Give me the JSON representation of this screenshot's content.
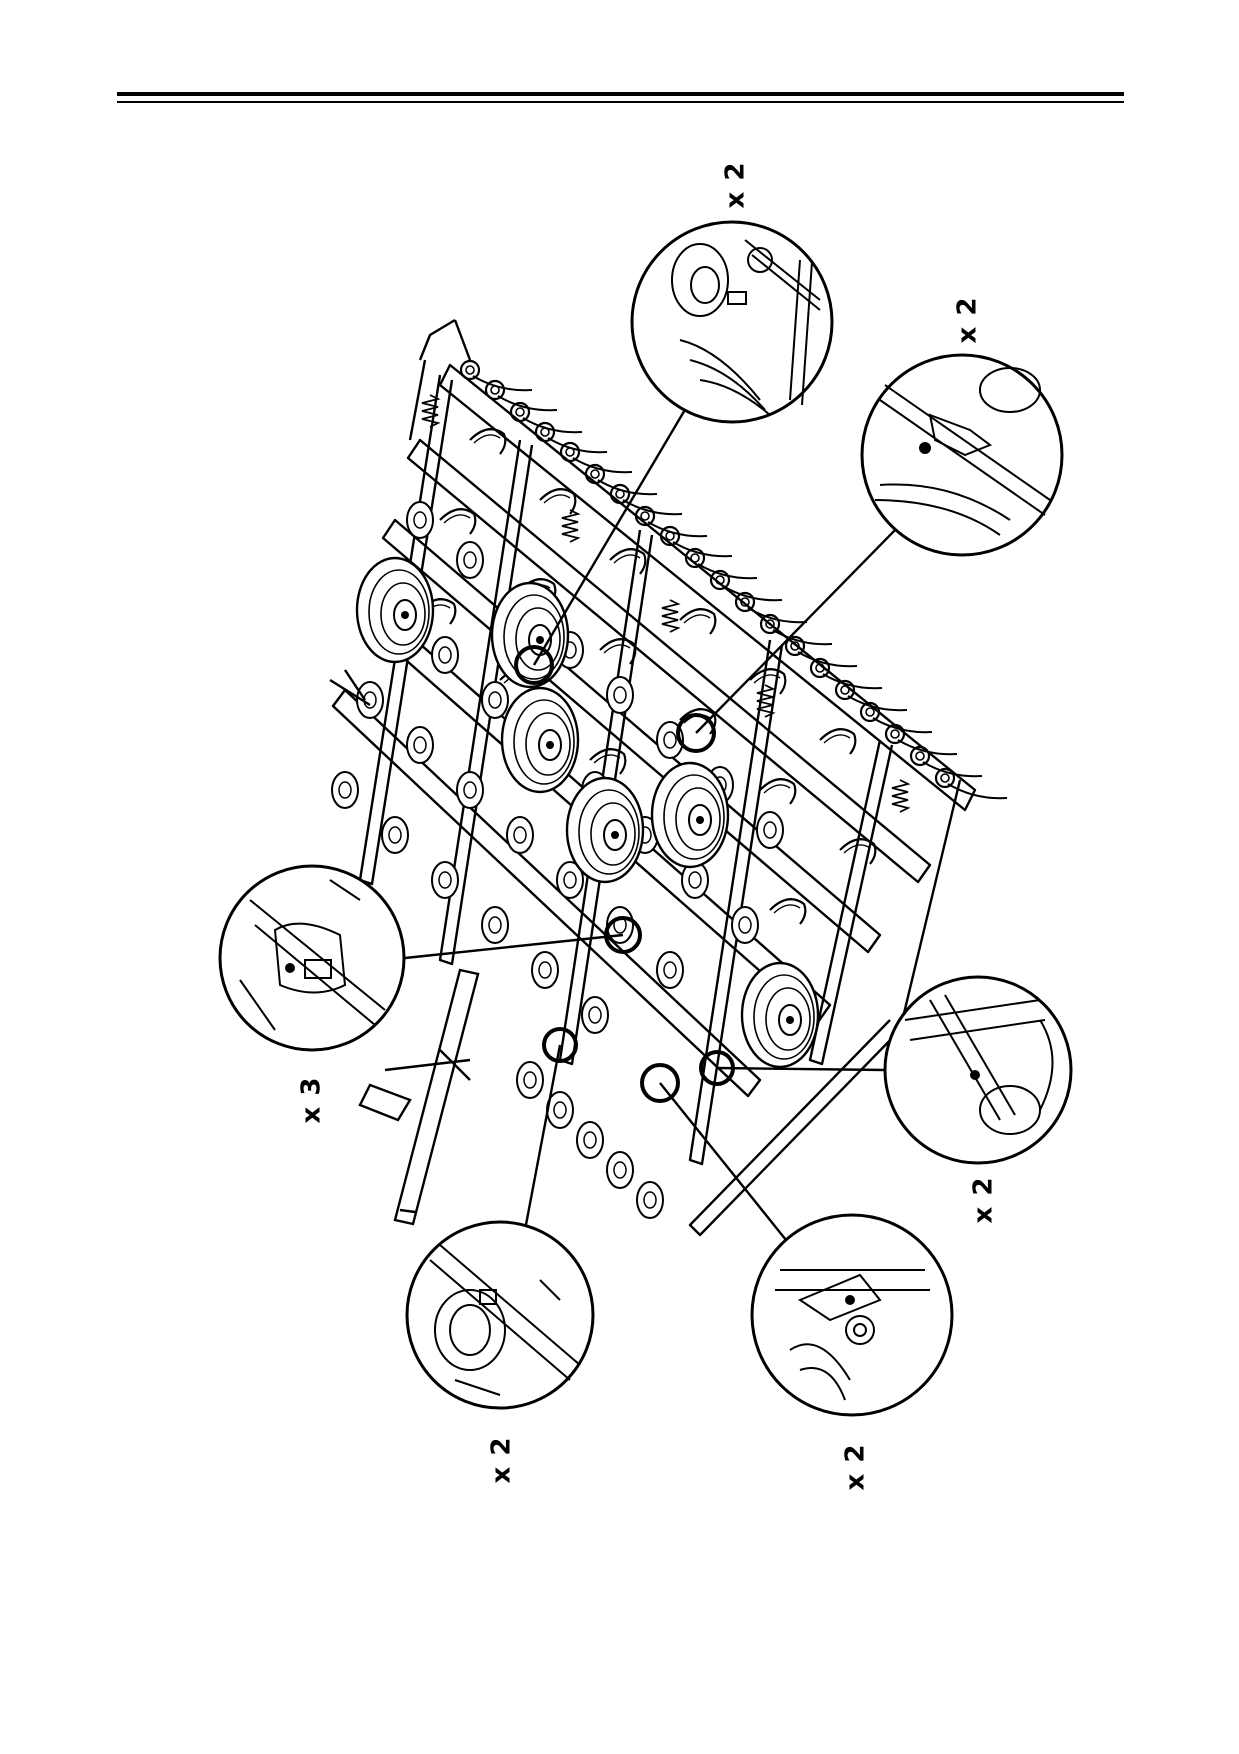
{
  "document": {
    "type": "technical-manual-figure",
    "illustration": "line drawing of a folded field cultivator with spring tines, harrow bars and transport wheels",
    "callouts": [
      {
        "id": "callout-top",
        "quantity": "x 2"
      },
      {
        "id": "callout-upper-right",
        "quantity": "x 2"
      },
      {
        "id": "callout-left",
        "quantity": "x 3"
      },
      {
        "id": "callout-lower-right",
        "quantity": "x 2"
      },
      {
        "id": "callout-bottom-left",
        "quantity": "x 2"
      },
      {
        "id": "callout-bottom-right",
        "quantity": "x 2"
      }
    ]
  }
}
